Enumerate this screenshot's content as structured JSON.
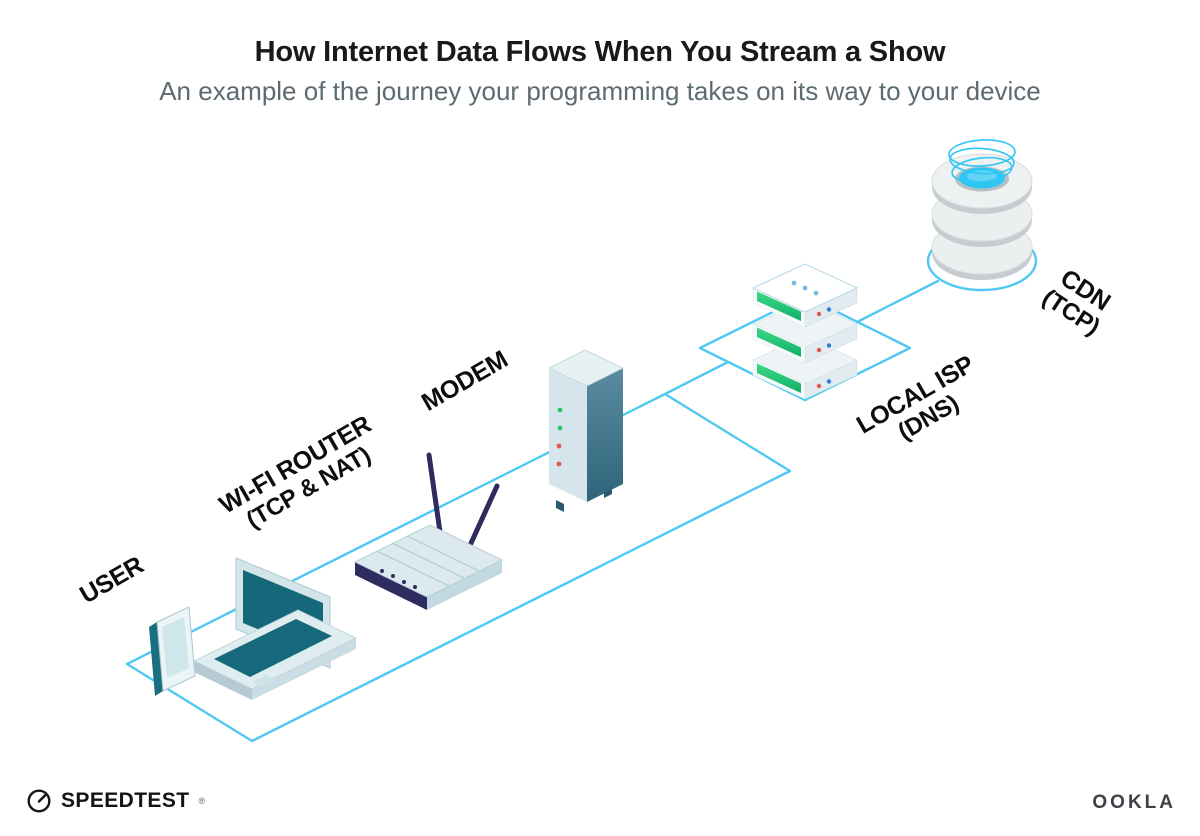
{
  "header": {
    "title": "How Internet Data Flows When You Stream a Show",
    "subtitle": "An example of the journey your programming takes on its way to your device"
  },
  "diagram": {
    "flow_order": [
      "user",
      "wifi_router",
      "modem",
      "local_isp",
      "cdn"
    ],
    "nodes": {
      "user": {
        "label": "USER"
      },
      "wifi_router": {
        "label": "WI-FI ROUTER",
        "sublabel": "(TCP & NAT)"
      },
      "modem": {
        "label": "MODEM"
      },
      "local_isp": {
        "label": "LOCAL ISP",
        "sublabel": "(DNS)"
      },
      "cdn": {
        "label": "CDN",
        "sublabel": "(TCP)"
      }
    },
    "colors": {
      "path_blue": "#4fc9f1",
      "device_teal": "#15687a",
      "router_navy": "#2e2b5e",
      "server_green": "#1fc676",
      "cdn_cyan": "#2ec6f2"
    }
  },
  "footer": {
    "speedtest": {
      "label": "SPEEDTEST",
      "trademark": "®"
    },
    "ookla": {
      "label": "OOKLA"
    }
  }
}
